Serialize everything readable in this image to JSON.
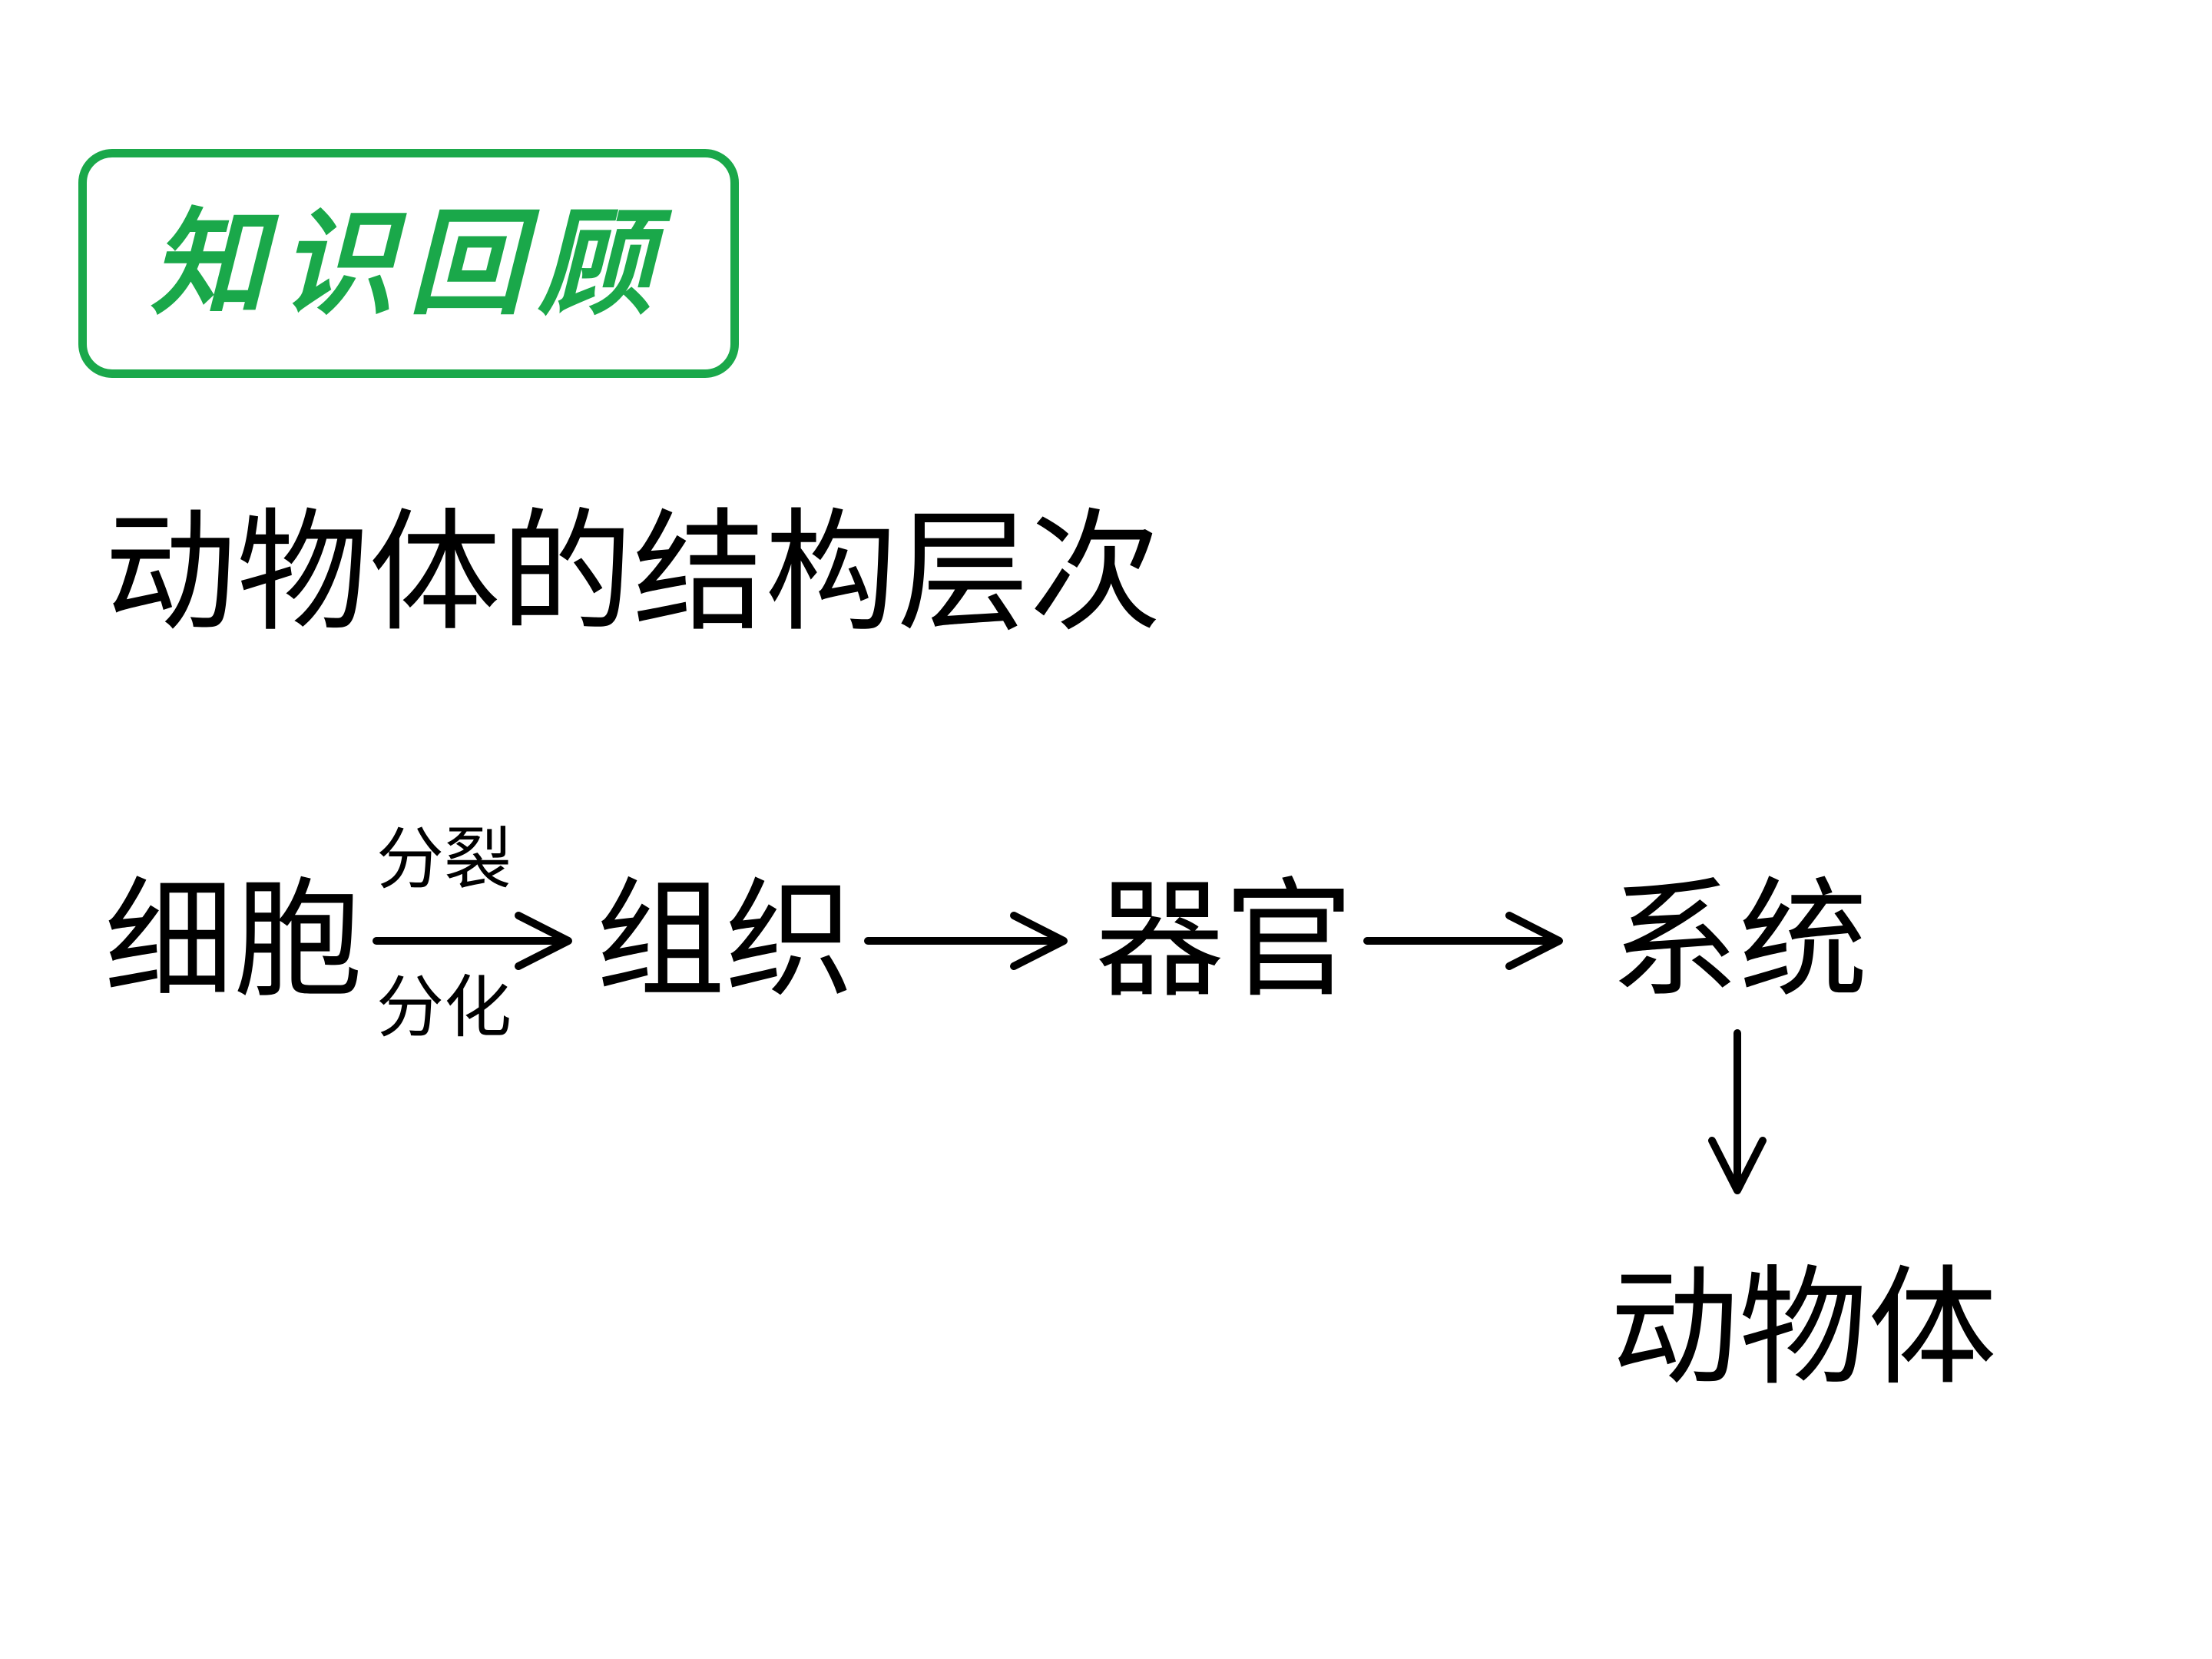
{
  "review_box": {
    "title": "知识回顾"
  },
  "main_title": "动物体的结构层次",
  "flow": {
    "cell": "细胞",
    "tissue": "组织",
    "organ": "器官",
    "system": "系统",
    "animal_body": "动物体",
    "arrow1_label_top": "分裂",
    "arrow1_label_bottom": "分化"
  },
  "colors": {
    "accent_green": "#1aa84a",
    "text": "#000000"
  }
}
